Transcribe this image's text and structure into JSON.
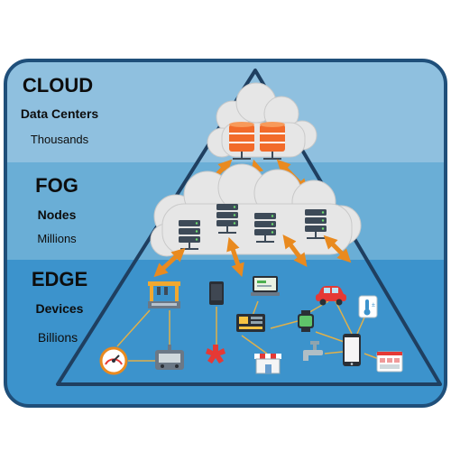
{
  "tiers": {
    "cloud": {
      "title": "CLOUD",
      "subtitle": "Data Centers",
      "count": "Thousands"
    },
    "fog": {
      "title": "FOG",
      "subtitle": "Nodes",
      "count": "Millions"
    },
    "edge": {
      "title": "EDGE",
      "subtitle": "Devices",
      "count": "Billions"
    }
  },
  "colors": {
    "outline": "#1f4f7a",
    "cloud_band": "#8fc0df",
    "fog_band": "#6aaed6",
    "edge_band": "#3c93cc",
    "arrow": "#e98a1f",
    "link": "#e0b04a",
    "server": "#3d4a58",
    "database": "#f26b2a"
  },
  "icons": [
    "database-icon",
    "server-icon",
    "cloud-icon",
    "bidirectional-arrow-icon",
    "factory-machine-icon",
    "tablet-icon",
    "laptop-icon",
    "car-icon",
    "thermometer-icon",
    "smartwatch-icon",
    "pos-terminal-icon",
    "smartphone-icon",
    "water-tap-icon",
    "store-icon",
    "medical-icon",
    "gauge-icon",
    "controller-icon",
    "dashboard-icon"
  ]
}
